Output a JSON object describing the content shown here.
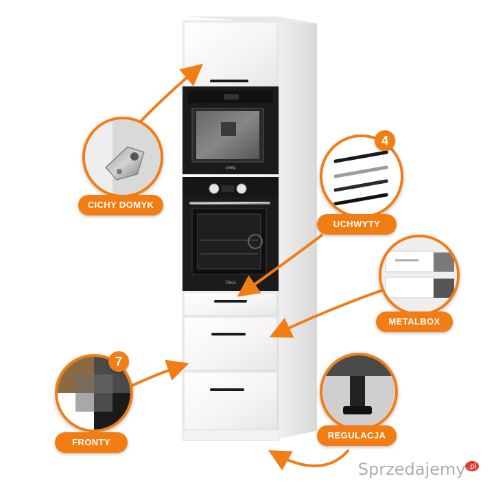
{
  "labels": {
    "cichy_domyk": "CICHY DOMYK",
    "uchwyty": "UCHWYTY",
    "metalbox": "METALBOX",
    "fronty": "FRONTY",
    "regulacja": "REGULACJA"
  },
  "badges": {
    "uchwyty_count": "4",
    "fronty_count": "7"
  },
  "appliances": {
    "coffee_brand": "smeg",
    "oven_brand": "TEKA"
  },
  "watermark": {
    "text": "Sprzedajemy",
    "suffix": ".pl"
  },
  "colors": {
    "accent": "#f27d14",
    "cabinet": "#ffffff",
    "appliance": "#1a1a1a"
  }
}
